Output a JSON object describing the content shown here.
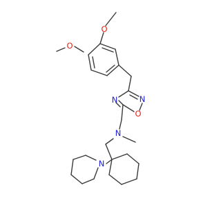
{
  "diagram": {
    "type": "chemical-structure",
    "background": "#ffffff",
    "bond_color": "#3a3a3a",
    "element_colors": {
      "O": "#e8221a",
      "N": "#1a1ad8"
    },
    "atom_labels": {
      "o_methoxy_top": "O",
      "o_methoxy_left": "O",
      "n_oxadiazole_right": "N",
      "o_oxadiazole": "O",
      "n_oxadiazole_left": "N",
      "n_amine": "N",
      "n_piperidine": "N"
    }
  }
}
